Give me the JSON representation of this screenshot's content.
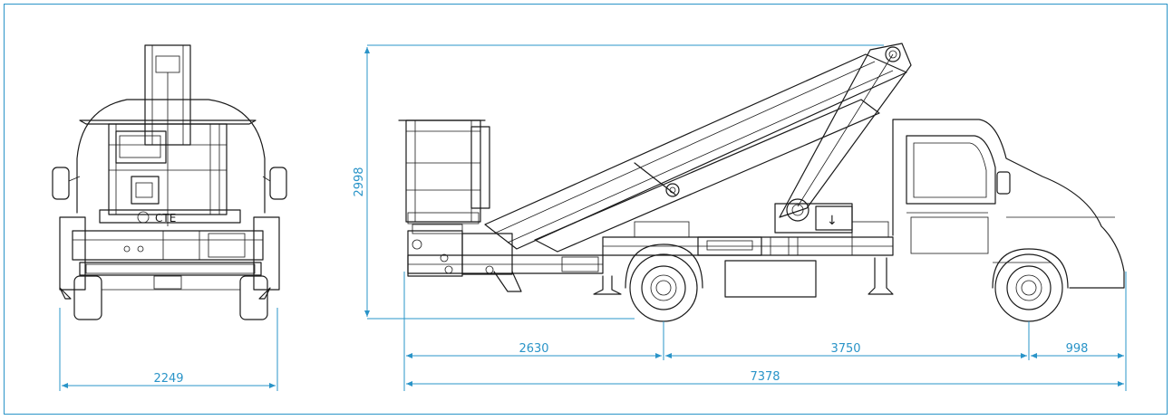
{
  "dimensions": {
    "front_width": "2249",
    "height": "2998",
    "rear_overhang": "2630",
    "wheelbase": "3750",
    "front_overhang": "998",
    "total_length": "7378"
  },
  "colors": {
    "dimension_blue": "#2a94c8",
    "line_black": "#1a1a1a"
  },
  "logo": {
    "text": "CTE"
  }
}
